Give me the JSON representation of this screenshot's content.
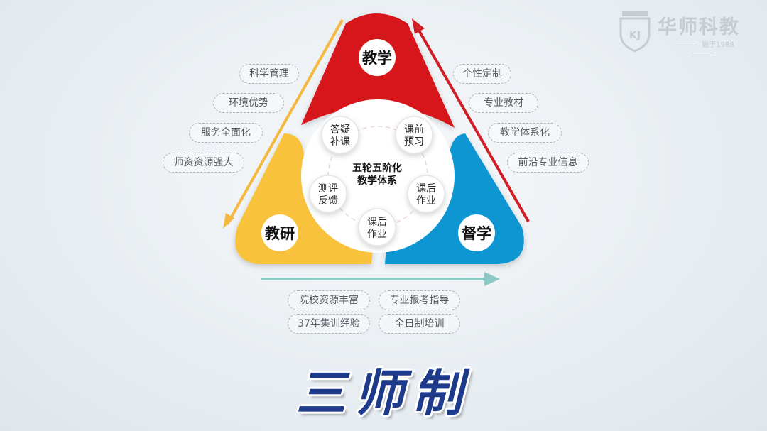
{
  "logo": {
    "name": "华师科教",
    "since": "始于1988",
    "crest_text": "KJ"
  },
  "diagram": {
    "center_title_line1": "五轮五阶化",
    "center_title_line2": "教学体系",
    "segments": [
      {
        "label": "教学",
        "color": "#d7161e"
      },
      {
        "label": "教研",
        "color": "#f9c23c"
      },
      {
        "label": "督学",
        "color": "#0b96d1"
      }
    ],
    "steps": [
      {
        "line1": "答疑",
        "line2": "补课"
      },
      {
        "line1": "课前",
        "line2": "预习"
      },
      {
        "line1": "课后",
        "line2": "作业"
      },
      {
        "line1": "课后",
        "line2": "作业"
      },
      {
        "line1": "测评",
        "line2": "反馈"
      }
    ],
    "arrow_colors": {
      "left": "#f5b942",
      "right": "#d01f24",
      "bottom": "#8fc9c4"
    }
  },
  "left_tags": [
    "科学管理",
    "环境优势",
    "服务全面化",
    "师资资源强大"
  ],
  "right_tags": [
    "个性定制",
    "专业教材",
    "教学体系化",
    "前沿专业信息"
  ],
  "bottom_tags": [
    "院校资源丰富",
    "专业报考指导",
    "37年集训经验",
    "全日制培训"
  ],
  "title": "三师制"
}
